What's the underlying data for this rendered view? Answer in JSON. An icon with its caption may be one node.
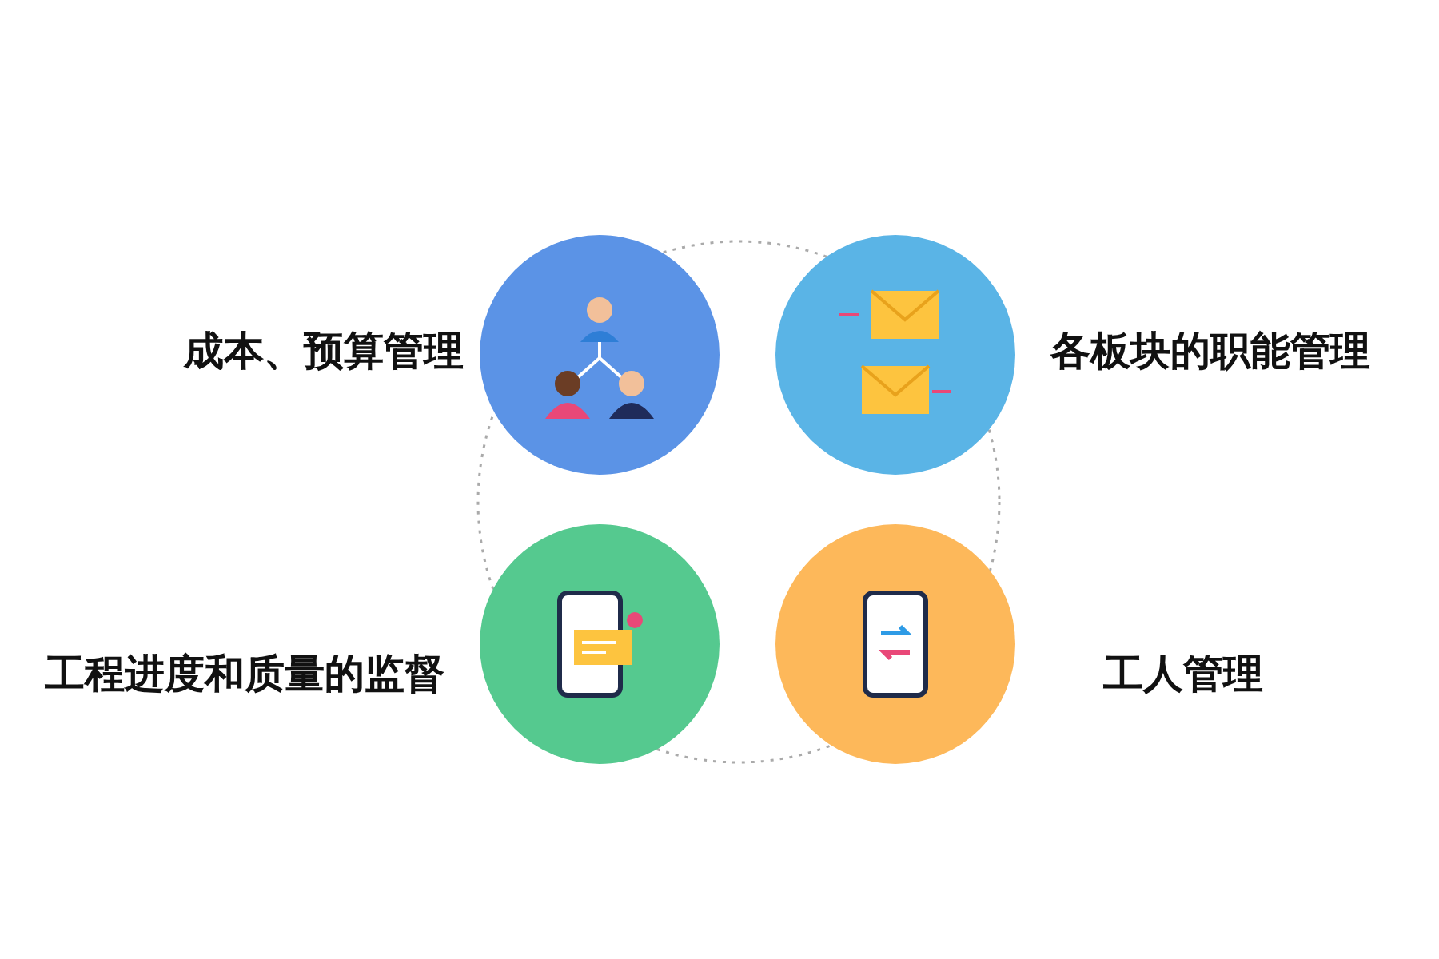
{
  "diagram": {
    "nodes": [
      {
        "text": [],
        "shape": "circle",
        "beside": [
          "成本、预算管理"
        ]
      },
      {
        "text": [],
        "shape": "circle",
        "beside": [
          "各板块的职能管理"
        ]
      },
      {
        "text": [],
        "shape": "circle",
        "beside": [
          "工程进度和质量的监督"
        ]
      },
      {
        "text": [],
        "shape": "circle",
        "beside": [
          "工人管理"
        ]
      }
    ]
  }
}
